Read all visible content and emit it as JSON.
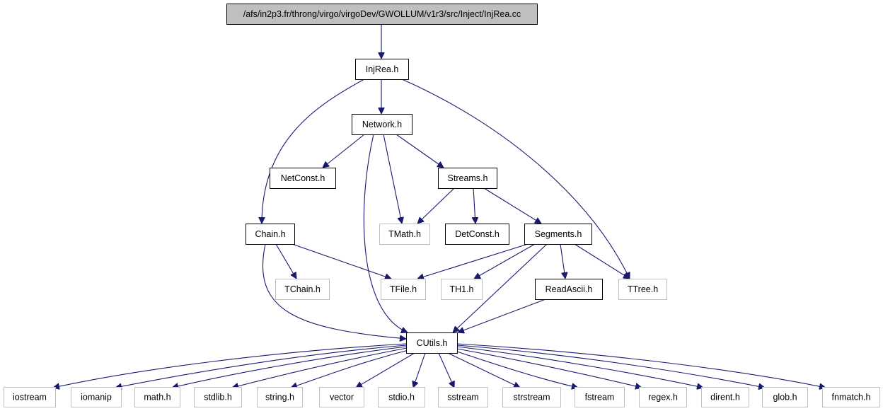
{
  "graph": {
    "title": "",
    "colors": {
      "edge": "#191970",
      "root_fill": "#bfbfbf",
      "local_border": "#000000",
      "external_border": "#bfbfbf",
      "node_fill": "#ffffff"
    },
    "nodes": [
      {
        "id": "root",
        "label": "/afs/in2p3.fr/throng/virgo/virgoDev/GWOLLUM/v1r3/src/Inject/InjRea.cc",
        "kind": "root"
      },
      {
        "id": "injrea",
        "label": "InjRea.h",
        "kind": "local"
      },
      {
        "id": "network",
        "label": "Network.h",
        "kind": "local"
      },
      {
        "id": "netconst",
        "label": "NetConst.h",
        "kind": "local"
      },
      {
        "id": "streams",
        "label": "Streams.h",
        "kind": "local"
      },
      {
        "id": "chain",
        "label": "Chain.h",
        "kind": "local"
      },
      {
        "id": "tmath",
        "label": "TMath.h",
        "kind": "external"
      },
      {
        "id": "detconst",
        "label": "DetConst.h",
        "kind": "local"
      },
      {
        "id": "segments",
        "label": "Segments.h",
        "kind": "local"
      },
      {
        "id": "tchain",
        "label": "TChain.h",
        "kind": "external"
      },
      {
        "id": "tfile",
        "label": "TFile.h",
        "kind": "external"
      },
      {
        "id": "th1",
        "label": "TH1.h",
        "kind": "external"
      },
      {
        "id": "readascii",
        "label": "ReadAscii.h",
        "kind": "local"
      },
      {
        "id": "ttree",
        "label": "TTree.h",
        "kind": "external"
      },
      {
        "id": "cutils",
        "label": "CUtils.h",
        "kind": "local"
      },
      {
        "id": "iostream",
        "label": "iostream",
        "kind": "external"
      },
      {
        "id": "iomanip",
        "label": "iomanip",
        "kind": "external"
      },
      {
        "id": "mathh",
        "label": "math.h",
        "kind": "external"
      },
      {
        "id": "stdlib",
        "label": "stdlib.h",
        "kind": "external"
      },
      {
        "id": "stringh",
        "label": "string.h",
        "kind": "external"
      },
      {
        "id": "vector",
        "label": "vector",
        "kind": "external"
      },
      {
        "id": "stdio",
        "label": "stdio.h",
        "kind": "external"
      },
      {
        "id": "sstream",
        "label": "sstream",
        "kind": "external"
      },
      {
        "id": "strstream",
        "label": "strstream",
        "kind": "external"
      },
      {
        "id": "fstream",
        "label": "fstream",
        "kind": "external"
      },
      {
        "id": "regex",
        "label": "regex.h",
        "kind": "external"
      },
      {
        "id": "dirent",
        "label": "dirent.h",
        "kind": "external"
      },
      {
        "id": "glob",
        "label": "glob.h",
        "kind": "external"
      },
      {
        "id": "fnmatch",
        "label": "fnmatch.h",
        "kind": "external"
      }
    ],
    "edges": [
      {
        "from": "root",
        "to": "injrea"
      },
      {
        "from": "injrea",
        "to": "network"
      },
      {
        "from": "injrea",
        "to": "chain"
      },
      {
        "from": "injrea",
        "to": "ttree"
      },
      {
        "from": "network",
        "to": "netconst"
      },
      {
        "from": "network",
        "to": "streams"
      },
      {
        "from": "network",
        "to": "tmath"
      },
      {
        "from": "network",
        "to": "cutils"
      },
      {
        "from": "streams",
        "to": "tmath"
      },
      {
        "from": "streams",
        "to": "detconst"
      },
      {
        "from": "streams",
        "to": "segments"
      },
      {
        "from": "chain",
        "to": "tchain"
      },
      {
        "from": "chain",
        "to": "tfile"
      },
      {
        "from": "chain",
        "to": "cutils"
      },
      {
        "from": "segments",
        "to": "tfile"
      },
      {
        "from": "segments",
        "to": "th1"
      },
      {
        "from": "segments",
        "to": "readascii"
      },
      {
        "from": "segments",
        "to": "ttree"
      },
      {
        "from": "segments",
        "to": "cutils"
      },
      {
        "from": "readascii",
        "to": "cutils"
      },
      {
        "from": "cutils",
        "to": "iostream"
      },
      {
        "from": "cutils",
        "to": "iomanip"
      },
      {
        "from": "cutils",
        "to": "mathh"
      },
      {
        "from": "cutils",
        "to": "stdlib"
      },
      {
        "from": "cutils",
        "to": "stringh"
      },
      {
        "from": "cutils",
        "to": "vector"
      },
      {
        "from": "cutils",
        "to": "stdio"
      },
      {
        "from": "cutils",
        "to": "sstream"
      },
      {
        "from": "cutils",
        "to": "strstream"
      },
      {
        "from": "cutils",
        "to": "fstream"
      },
      {
        "from": "cutils",
        "to": "regex"
      },
      {
        "from": "cutils",
        "to": "dirent"
      },
      {
        "from": "cutils",
        "to": "glob"
      },
      {
        "from": "cutils",
        "to": "fnmatch"
      }
    ]
  }
}
